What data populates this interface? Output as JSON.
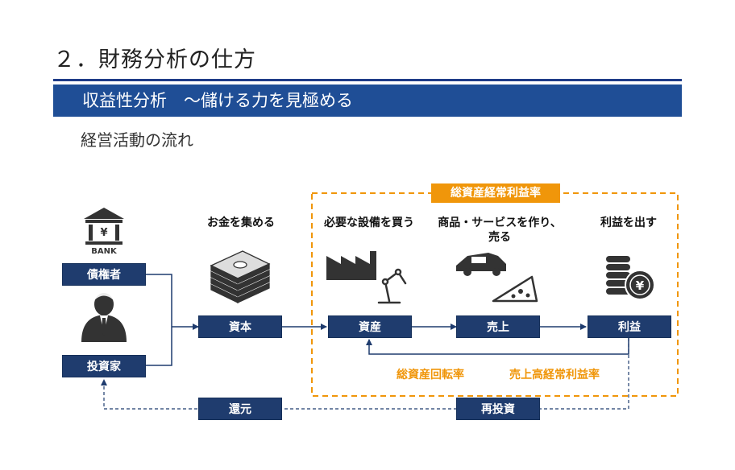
{
  "page": {
    "title": "２．財務分析の仕方",
    "banner": "収益性分析　～儲ける力を見極める",
    "subtitle": "経営活動の流れ"
  },
  "diagram": {
    "bank_label": "BANK",
    "bank_symbol": "¥",
    "creditor": "債権者",
    "investor": "投資家",
    "capital": "資本",
    "assets": "資産",
    "sales": "売上",
    "profit": "利益",
    "return": "還元",
    "reinvest": "再投資",
    "yen_symbol": "¥",
    "caption_capital": "お金を集める",
    "caption_assets": "必要な設備を買う",
    "caption_sales": "商品・サービスを作り、売る",
    "caption_profit": "利益を出す",
    "frame_title": "総資産経常利益率",
    "ratio_turnover": "総資産回転率",
    "ratio_margin": "売上高経常利益率",
    "colors": {
      "navy": "#1f3c6e",
      "banner": "#1f4e96",
      "orange": "#f0960a"
    }
  }
}
